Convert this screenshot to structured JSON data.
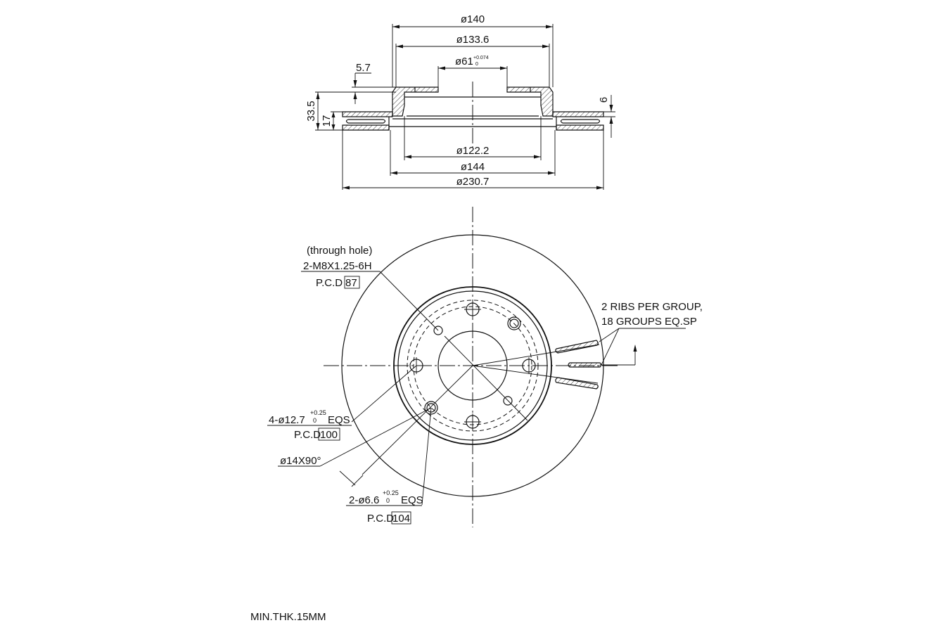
{
  "section_view": {
    "dims": {
      "d140": "ø140",
      "d133_6": "ø133.6",
      "d61": "ø61",
      "d61_tol_upper": "+0.074",
      "d61_tol_lower": "0",
      "t5_7": "5.7",
      "h33_5": "33.5",
      "h17": "17",
      "t6": "6",
      "d122_2": "ø122.2",
      "d144": "ø144",
      "d230_7": "ø230.7"
    }
  },
  "front_view": {
    "through_hole": "(through hole)",
    "thread_spec": "2-M8X1.25-6H",
    "pcd87_label": "P.C.D",
    "pcd87_value": "87",
    "bolt_holes_label": "4-ø12.7",
    "bolt_holes_tol_upper": "+0.25",
    "bolt_holes_tol_lower": "0",
    "bolt_holes_suffix": "EQS",
    "pcd100_label": "P.C.D",
    "pcd100_value": "100",
    "chamfer": "ø14X90°",
    "small_holes_label": "2-ø6.6",
    "small_holes_tol_upper": "+0.25",
    "small_holes_tol_lower": "0",
    "small_holes_suffix": "EQS",
    "pcd104_label": "P.C.D",
    "pcd104_value": "104",
    "ribs_line1": "2 RIBS PER GROUP,",
    "ribs_line2": "18 GROUPS EQ.SP"
  },
  "notes": {
    "min_thickness": "MIN.THK.15MM"
  }
}
